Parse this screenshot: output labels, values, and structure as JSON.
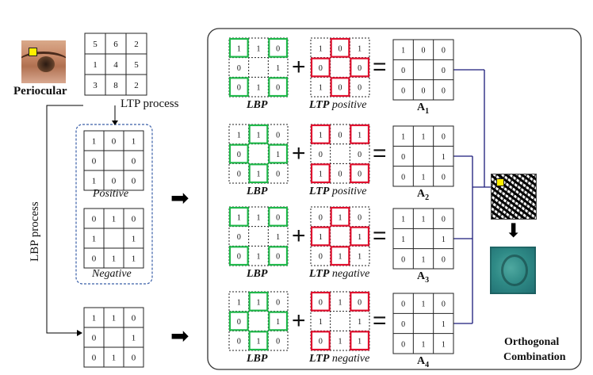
{
  "periocular_label": "Periocular",
  "ltp_process_label": "LTP process",
  "lbp_process_label": "LBP process",
  "input_grid": [
    "5",
    "6",
    "2",
    "1",
    "4",
    "5",
    "3",
    "8",
    "2"
  ],
  "positive_grid": [
    "1",
    "0",
    "1",
    "0",
    "",
    "0",
    "1",
    "0",
    "0"
  ],
  "positive_label": "Positive",
  "negative_grid": [
    "0",
    "1",
    "0",
    "1",
    "",
    "1",
    "0",
    "1",
    "1"
  ],
  "negative_label": "Negative",
  "lbp_input_grid": [
    "1",
    "1",
    "0",
    "0",
    "",
    "1",
    "0",
    "1",
    "0"
  ],
  "rows": [
    {
      "lbp_grid": [
        "1",
        "1",
        "0",
        "0",
        "",
        "1",
        "0",
        "1",
        "0"
      ],
      "lbp_highlight": [
        0,
        2,
        6,
        8
      ],
      "lbp_label": "LBP",
      "ltp_grid": [
        "1",
        "0",
        "1",
        "0",
        "",
        "0",
        "1",
        "0",
        "0"
      ],
      "ltp_highlight": [
        1,
        3,
        5,
        7
      ],
      "ltp_label": "LTP positive",
      "result_grid": [
        "1",
        "0",
        "0",
        "0",
        "",
        "0",
        "0",
        "0",
        "0"
      ],
      "result_label": "A",
      "result_sub": "1"
    },
    {
      "lbp_grid": [
        "1",
        "1",
        "0",
        "0",
        "",
        "1",
        "0",
        "1",
        "0"
      ],
      "lbp_highlight": [
        1,
        3,
        5,
        7
      ],
      "lbp_label": "LBP",
      "ltp_grid": [
        "1",
        "0",
        "1",
        "0",
        "",
        "0",
        "1",
        "0",
        "0"
      ],
      "ltp_highlight": [
        0,
        2,
        6,
        8
      ],
      "ltp_label": "LTP positive",
      "result_grid": [
        "1",
        "1",
        "0",
        "0",
        "",
        "1",
        "0",
        "1",
        "0"
      ],
      "result_label": "A",
      "result_sub": "2"
    },
    {
      "lbp_grid": [
        "1",
        "1",
        "0",
        "0",
        "",
        "1",
        "0",
        "1",
        "0"
      ],
      "lbp_highlight": [
        0,
        2,
        6,
        8
      ],
      "lbp_label": "LBP",
      "ltp_grid": [
        "0",
        "1",
        "0",
        "1",
        "",
        "1",
        "0",
        "1",
        "1"
      ],
      "ltp_highlight": [
        1,
        3,
        5,
        7
      ],
      "ltp_label": "LTP negative",
      "result_grid": [
        "1",
        "1",
        "0",
        "1",
        "",
        "1",
        "0",
        "1",
        "0"
      ],
      "result_label": "A",
      "result_sub": "3"
    },
    {
      "lbp_grid": [
        "1",
        "1",
        "0",
        "0",
        "",
        "1",
        "0",
        "1",
        "0"
      ],
      "lbp_highlight": [
        1,
        3,
        5,
        7
      ],
      "lbp_label": "LBP",
      "ltp_grid": [
        "0",
        "1",
        "0",
        "1",
        "",
        "1",
        "0",
        "1",
        "1"
      ],
      "ltp_highlight": [
        0,
        2,
        6,
        8
      ],
      "ltp_label": "LTP negative",
      "result_grid": [
        "0",
        "1",
        "0",
        "0",
        "",
        "1",
        "0",
        "1",
        "1"
      ],
      "result_label": "A",
      "result_sub": "4"
    }
  ],
  "orthogonal_label": "Orthogonal",
  "combination_label": "Combination",
  "colors": {
    "lbp_highlight": "#1fb84a",
    "ltp_highlight": "#e0102e",
    "connector": "#1a1a7a",
    "panel_border": "#333333",
    "dashed_box": "#3a5fa8"
  }
}
